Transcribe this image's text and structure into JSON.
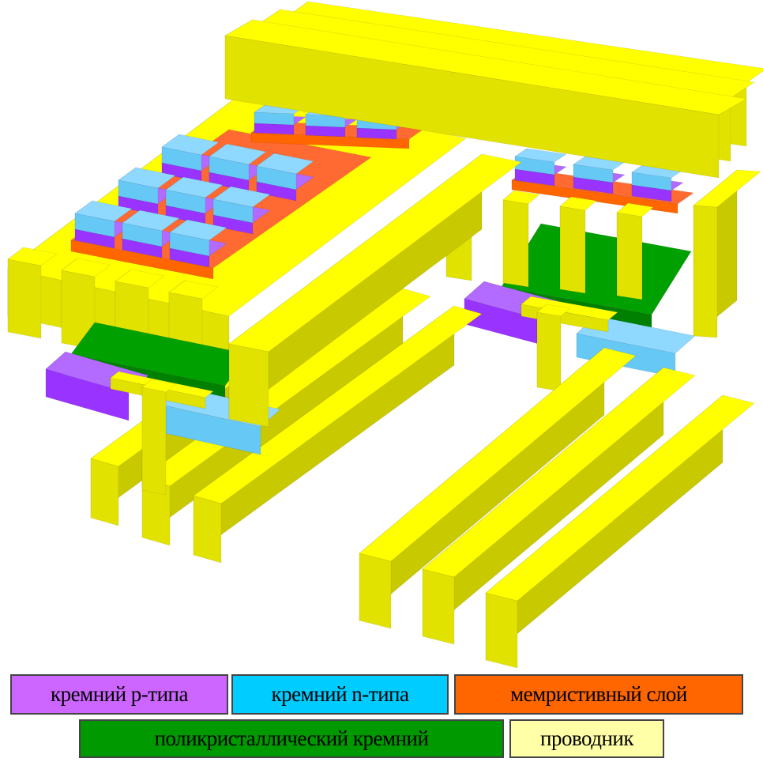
{
  "legend": [
    {
      "label": "кремний p-типа",
      "color": "#cc66ff"
    },
    {
      "label": "кремний n-типа",
      "color": "#00ccff"
    },
    {
      "label": "мемристивный слой",
      "color": "#ff6600"
    },
    {
      "label": "поликристаллический кремний",
      "color": "#009900"
    },
    {
      "label": "проводник",
      "color": "#ffffa8"
    }
  ]
}
